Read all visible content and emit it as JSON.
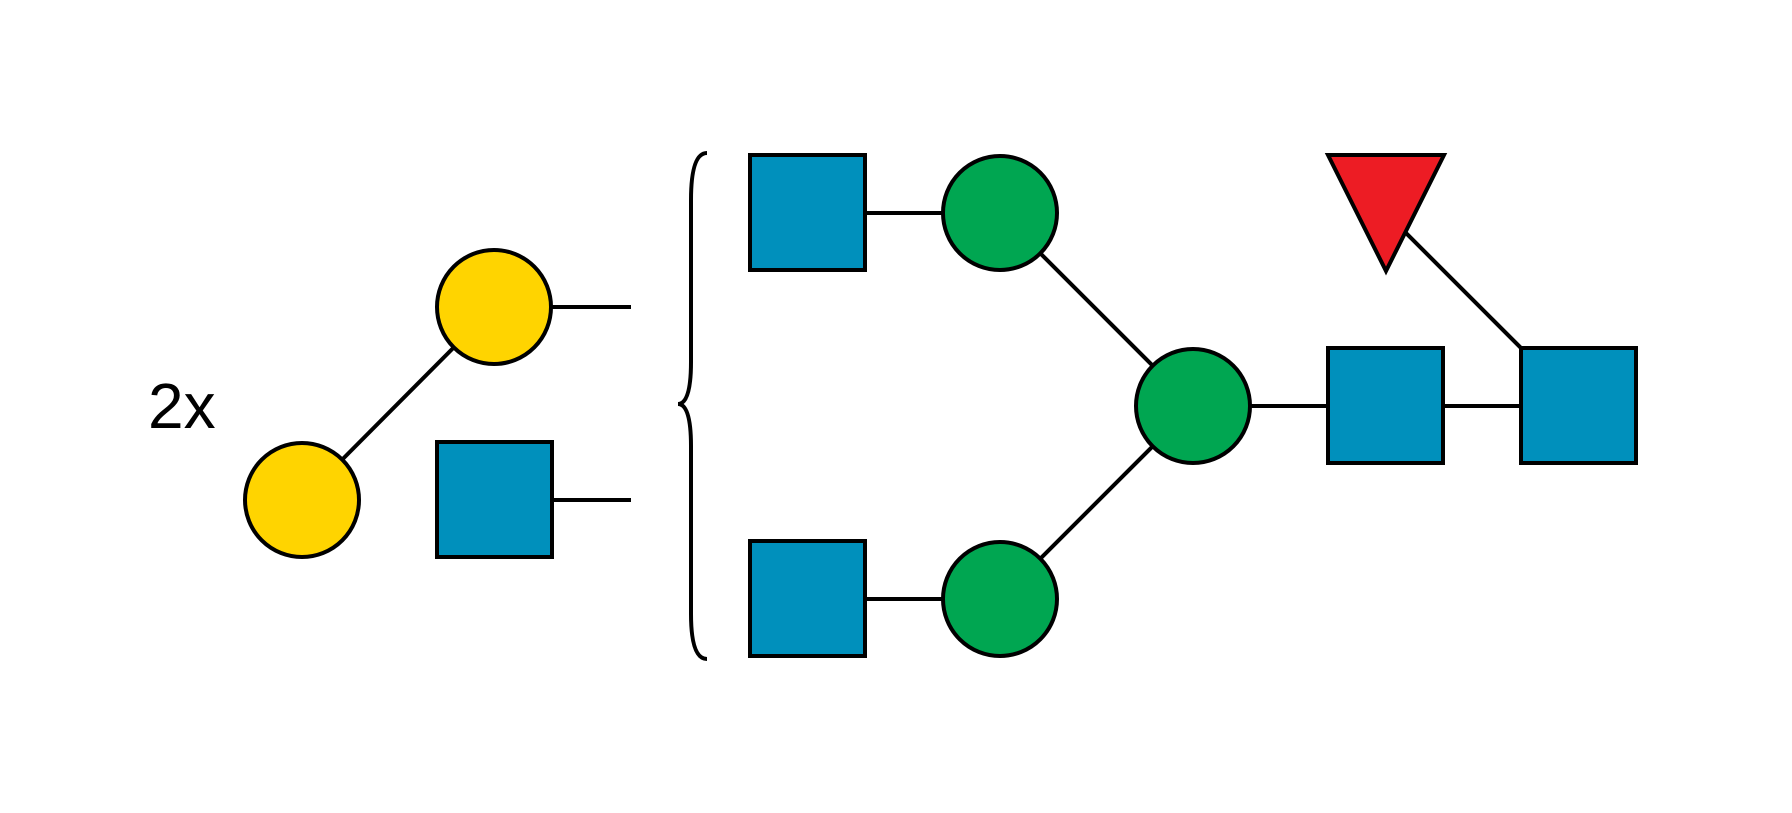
{
  "multiplier_label": "2x",
  "colors": {
    "galactose": "#FFD400",
    "glcnac": "#0090BC",
    "mannose": "#00A651",
    "fucose": "#ED1C24",
    "outline": "#000000",
    "background": "#FFFFFF"
  },
  "residues": [
    {
      "id": "gal-terminal",
      "shape": "circle",
      "color_key": "galactose"
    },
    {
      "id": "gal-linked",
      "shape": "circle",
      "color_key": "galactose"
    },
    {
      "id": "glcnac-antenna",
      "shape": "square",
      "color_key": "glcnac"
    },
    {
      "id": "glcnac-upper-arm",
      "shape": "square",
      "color_key": "glcnac"
    },
    {
      "id": "mannose-upper",
      "shape": "circle",
      "color_key": "mannose"
    },
    {
      "id": "glcnac-lower-arm",
      "shape": "square",
      "color_key": "glcnac"
    },
    {
      "id": "mannose-lower",
      "shape": "circle",
      "color_key": "mannose"
    },
    {
      "id": "mannose-core",
      "shape": "circle",
      "color_key": "mannose"
    },
    {
      "id": "glcnac-core-inner",
      "shape": "square",
      "color_key": "glcnac"
    },
    {
      "id": "glcnac-core-reducing",
      "shape": "square",
      "color_key": "glcnac"
    },
    {
      "id": "fucose",
      "shape": "triangle",
      "color_key": "fucose"
    }
  ]
}
